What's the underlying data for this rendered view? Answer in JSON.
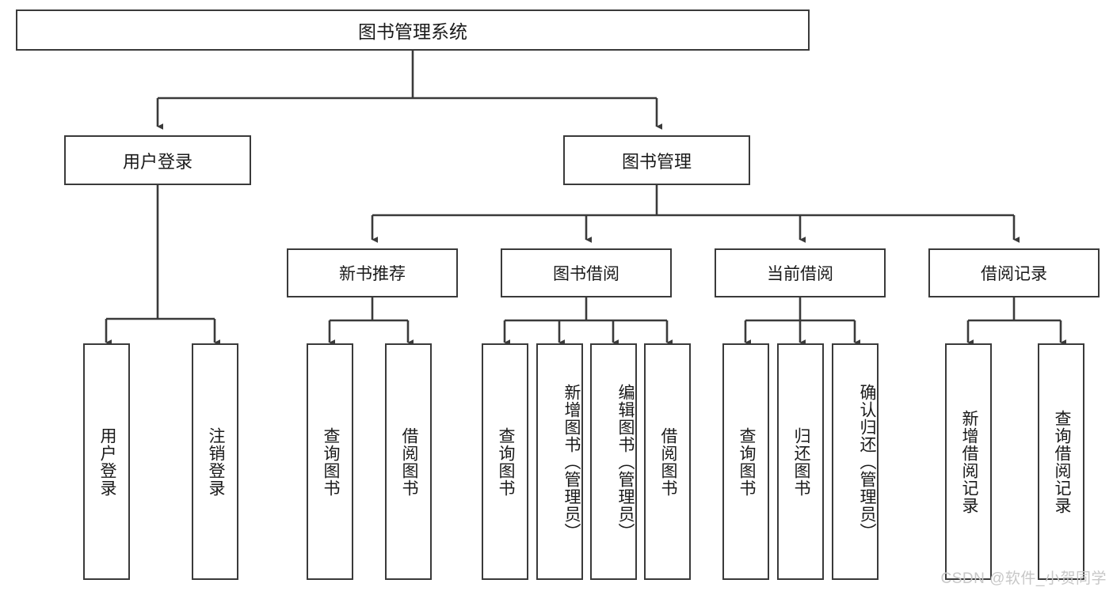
{
  "diagram": {
    "title": "图书管理系统",
    "type": "hierarchy-tree",
    "line_color": "#3a3a3a",
    "box_fill": "#ffffff",
    "text_color": "#1a1a1a",
    "watermark": "CSDN @软件_小贺同学",
    "watermark_color": "#c7c7c7",
    "nodes": {
      "root": {
        "label": "图书管理系统"
      },
      "level2": [
        {
          "label": "用户登录"
        },
        {
          "label": "图书管理"
        }
      ],
      "level3": [
        {
          "label": "新书推荐"
        },
        {
          "label": "图书借阅"
        },
        {
          "label": "当前借阅"
        },
        {
          "label": "借阅记录"
        }
      ],
      "leaves": {
        "user_login": [
          {
            "label": "用户登录",
            "fit": "short"
          },
          {
            "label": "注销登录",
            "fit": "short"
          }
        ],
        "new_book_rec": [
          {
            "label": "查询图书",
            "fit": "short"
          },
          {
            "label": "借阅图书",
            "fit": "short"
          }
        ],
        "book_borrow": [
          {
            "label": "查询图书",
            "fit": "short"
          },
          {
            "label": "新增图书（管理员）",
            "fit": "long"
          },
          {
            "label": "编辑图书（管理员）",
            "fit": "long"
          },
          {
            "label": "借阅图书",
            "fit": "short"
          }
        ],
        "current_borrow": [
          {
            "label": "查询图书",
            "fit": "short"
          },
          {
            "label": "归还图书",
            "fit": "short"
          },
          {
            "label": "确认归还（管理员）",
            "fit": "long"
          }
        ],
        "borrow_record": [
          {
            "label": "新增借阅记录",
            "fit": "short"
          },
          {
            "label": "查询借阅记录",
            "fit": "short"
          }
        ]
      }
    }
  }
}
